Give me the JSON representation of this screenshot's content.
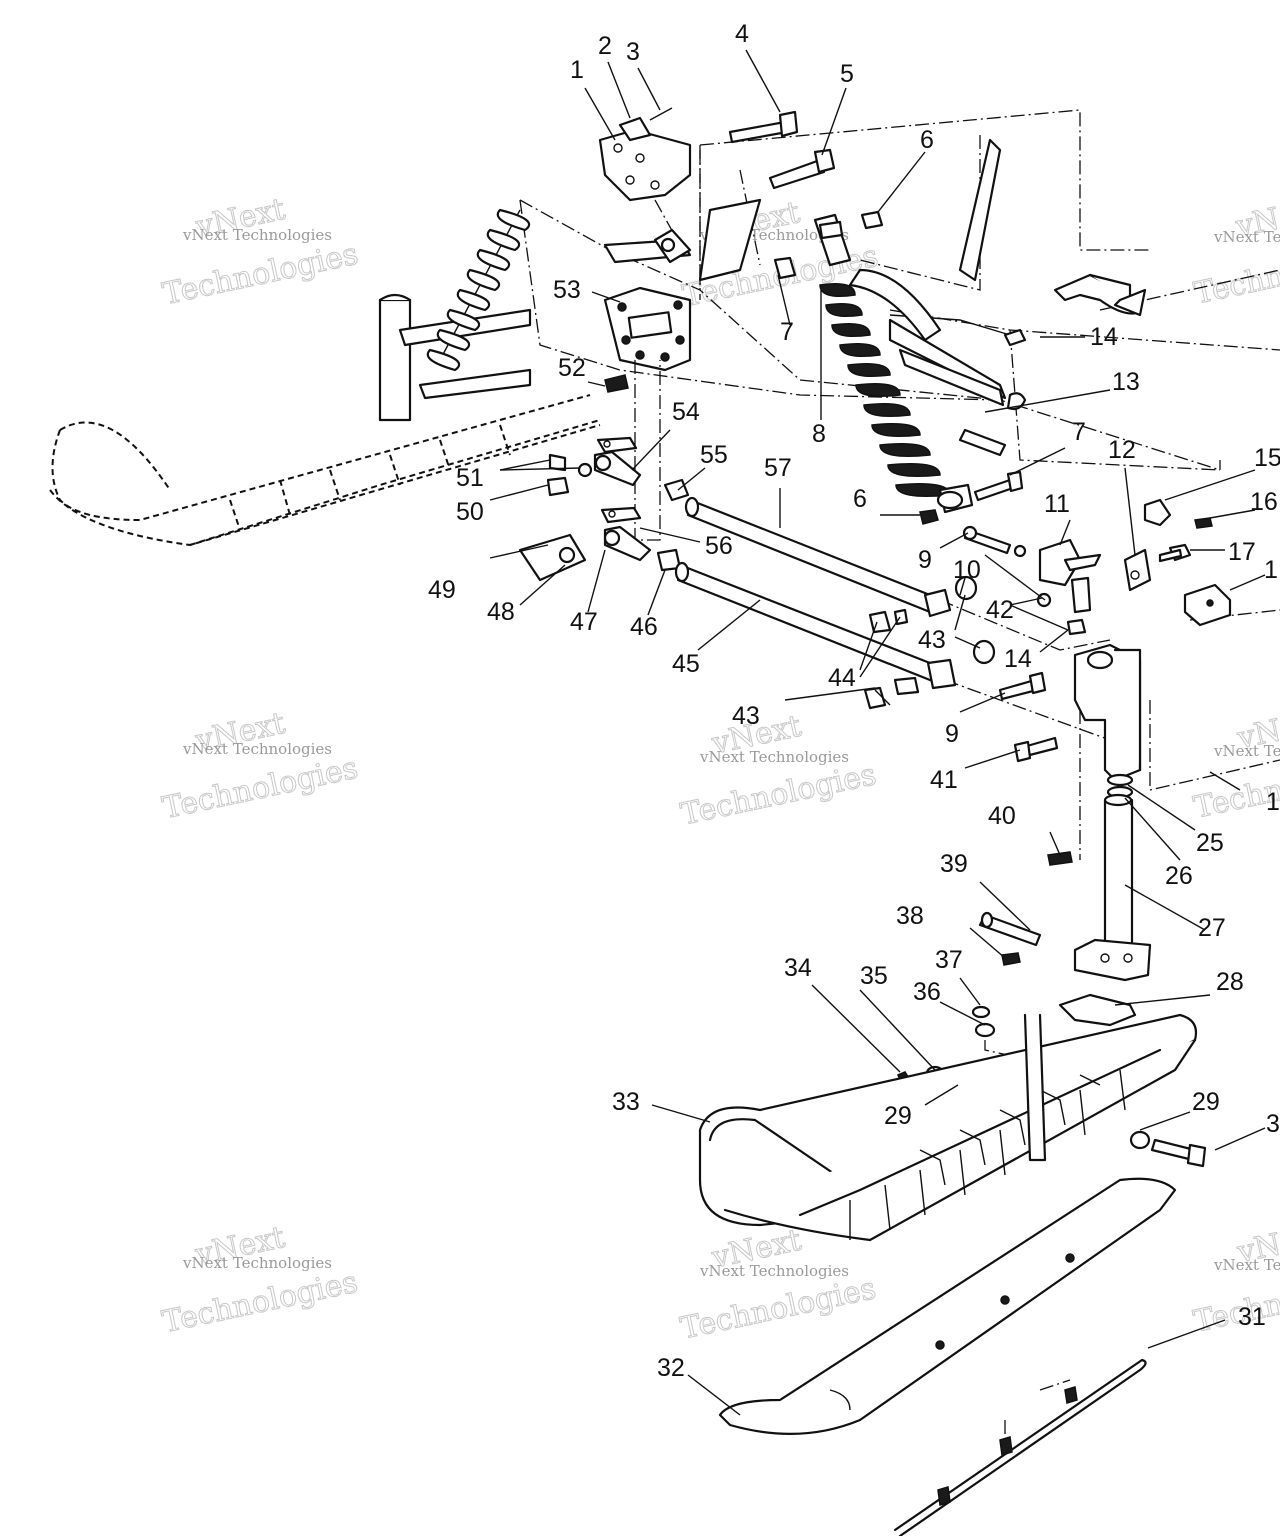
{
  "watermark": {
    "brand": "vNext",
    "line": "vNext Technologies",
    "word": "Technologies"
  },
  "callouts": {
    "c1": "1",
    "c2": "2",
    "c3": "3",
    "c4": "4",
    "c5": "5",
    "c6a": "6",
    "c6b": "6",
    "c7a": "7",
    "c7b": "7",
    "c8": "8",
    "c9a": "9",
    "c9b": "9",
    "c10": "10",
    "c11": "11",
    "c12": "12",
    "c13": "13",
    "c14a": "14",
    "c14b": "14",
    "c15": "15",
    "c16": "16",
    "c17": "17",
    "c18": "1",
    "c19": "1",
    "c25": "25",
    "c26": "26",
    "c27": "27",
    "c28": "28",
    "c29a": "29",
    "c29b": "29",
    "c30": "3",
    "c31": "31",
    "c32": "32",
    "c33": "33",
    "c34": "34",
    "c35": "35",
    "c36": "36",
    "c37": "37",
    "c38": "38",
    "c39": "39",
    "c40": "40",
    "c41": "41",
    "c42": "42",
    "c43a": "43",
    "c43b": "43",
    "c44": "44",
    "c45": "45",
    "c46": "46",
    "c47": "47",
    "c48": "48",
    "c49": "49",
    "c50": "50",
    "c51": "51",
    "c52": "52",
    "c53": "53",
    "c54": "54",
    "c55": "55",
    "c56": "56",
    "c57": "57"
  }
}
